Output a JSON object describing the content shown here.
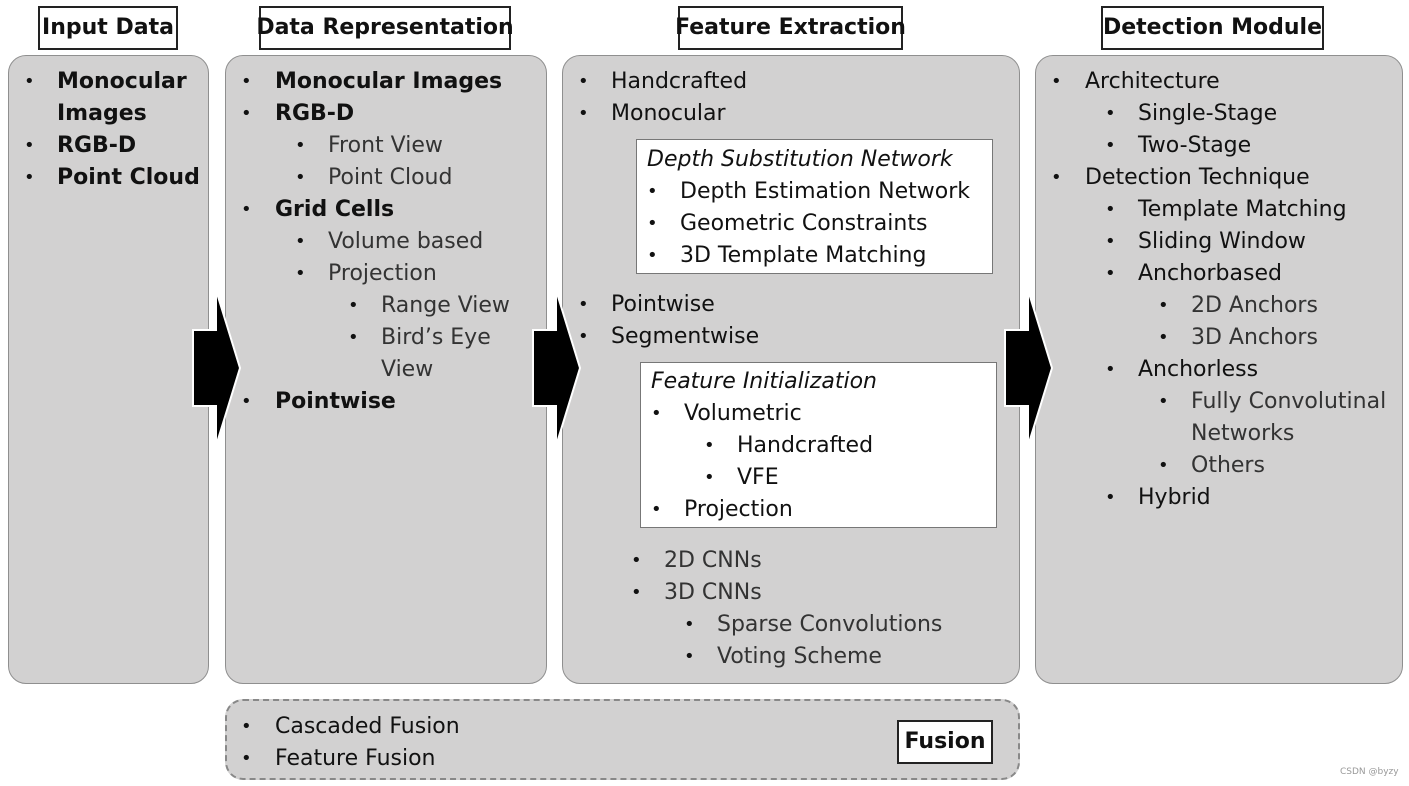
{
  "columns": {
    "input": {
      "title": "Input Data",
      "items": [
        "Monocular",
        "Images",
        "RGB-D",
        "Point Cloud"
      ]
    },
    "representation": {
      "title": "Data Representation",
      "items": [
        "Monocular Images",
        "RGB-D",
        "Front View",
        "Point Cloud",
        "Grid Cells",
        "Volume based",
        "Projection",
        "Range View",
        "Bird’s Eye",
        "View",
        "Pointwise"
      ]
    },
    "extraction": {
      "title": "Feature Extraction",
      "items": [
        "Handcrafted",
        "Monocular",
        "Pointwise",
        "Segmentwise",
        "2D CNNs",
        "3D CNNs",
        "Sparse Convolutions",
        "Voting Scheme"
      ],
      "depth_box": {
        "title": "Depth Substitution Network",
        "items": [
          "Depth Estimation Network",
          "Geometric Constraints",
          "3D Template Matching"
        ]
      },
      "init_box": {
        "title": "Feature Initialization",
        "items": [
          "Volumetric",
          "Handcrafted",
          "VFE",
          "Projection"
        ]
      }
    },
    "detection": {
      "title": "Detection Module",
      "items": [
        "Architecture",
        "Single-Stage",
        "Two-Stage",
        "Detection Technique",
        "Template Matching",
        "Sliding Window",
        "Anchorbased",
        "2D Anchors",
        "3D Anchors",
        "Anchorless",
        "Fully Convolutinal",
        "Networks",
        "Others",
        "Hybrid"
      ]
    }
  },
  "fusion": {
    "title": "Fusion",
    "items": [
      "Cascaded Fusion",
      "Feature Fusion"
    ]
  },
  "bullet_char": "•",
  "watermark": "CSDN @byzy"
}
